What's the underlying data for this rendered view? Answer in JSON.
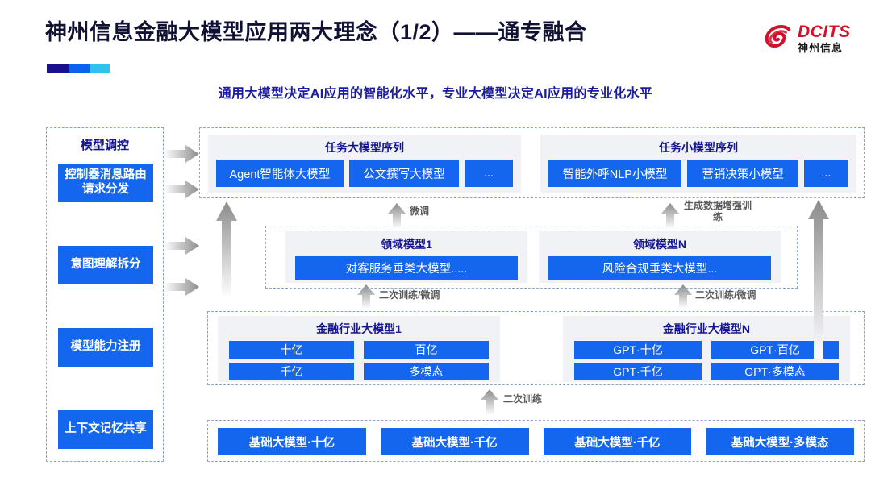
{
  "header": {
    "title": "神州信息金融大模型应用两大理念（1/2）——通专融合",
    "subtitle": "通用大模型决定AI应用的智能化水平，专业大模型决定AI应用的专业化水平",
    "logo": {
      "mark": "dcits-swirl-icon",
      "en": "DCITS",
      "cn": "神州信息"
    },
    "accent_colors": [
      "#1a0f8c",
      "#0b62ef",
      "#2fc2ef"
    ]
  },
  "theme": {
    "chip_blue": "#1466ef",
    "panel_gray": "#f0f2f5",
    "dashed_border": "#8aa7d6",
    "title_navy": "#15158f",
    "label_gray": "#595959"
  },
  "sidebar": {
    "title": "模型调控",
    "items": [
      {
        "label": "控制器消息路由请求分发"
      },
      {
        "label": "意图理解拆分"
      },
      {
        "label": "模型能力注册"
      },
      {
        "label": "上下文记忆共享"
      }
    ]
  },
  "connector_arrows": {
    "sidebar_to_diagram_count": 4,
    "labels": {
      "fine_tune": "微调",
      "data_aug": "生成数据增强训练",
      "retrain_fine_tune": "二次训练/微调",
      "retrain": "二次训练"
    }
  },
  "diagram": {
    "task_sequences": [
      {
        "title": "任务大模型序列",
        "chips": [
          "Agent智能体大模型",
          "公文撰写大模型",
          "..."
        ]
      },
      {
        "title": "任务小模型序列",
        "chips": [
          "智能外呼NLP小模型",
          "营销决策小模型",
          "..."
        ]
      }
    ],
    "domain_models": [
      {
        "title": "领域模型1",
        "chip": "对客服务垂类大模型....."
      },
      {
        "title": "领域模型N",
        "chip": "风险合规垂类大模型..."
      }
    ],
    "industry_models": [
      {
        "title": "金融行业大模型1",
        "chips": [
          "十亿",
          "百亿",
          "千亿",
          "多模态"
        ]
      },
      {
        "title": "金融行业大模型N",
        "chips": [
          "GPT·十亿",
          "GPT·百亿",
          "GPT·千亿",
          "GPT·多模态"
        ]
      }
    ],
    "base_models": [
      "基础大模型·十亿",
      "基础大模型·千亿",
      "基础大模型·千亿",
      "基础大模型·多模态"
    ]
  }
}
